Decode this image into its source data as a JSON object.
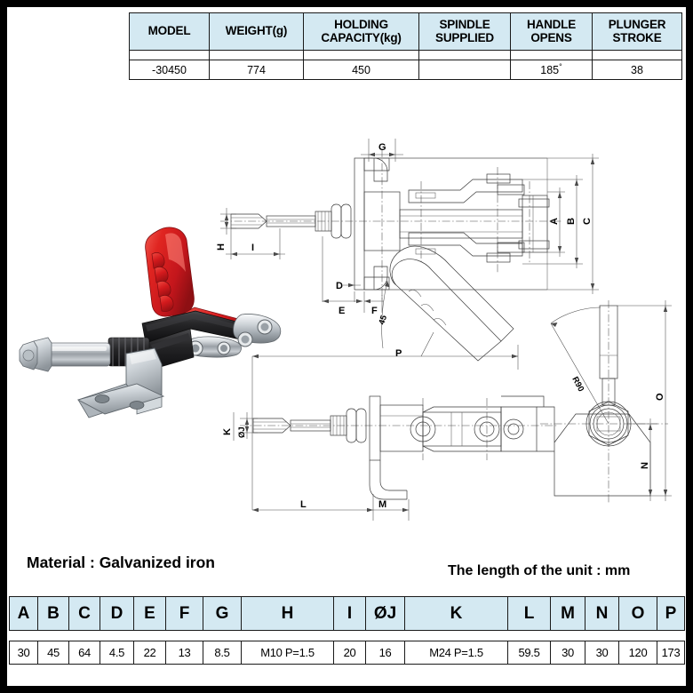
{
  "spec_table": {
    "headers": [
      "MODEL",
      "WEIGHT(g)",
      "HOLDING\nCAPACITY(kg)",
      "SPINDLE\nSUPPLIED",
      "HANDLE\nOPENS",
      "PLUNGER\nSTROKE"
    ],
    "header_model": "MODEL",
    "header_weight": "WEIGHT(g)",
    "header_holding_l1": "HOLDING",
    "header_holding_l2": "CAPACITY(kg)",
    "header_spindle_l1": "SPINDLE",
    "header_spindle_l2": "SUPPLIED",
    "header_handle_l1": "HANDLE",
    "header_handle_l2": "OPENS",
    "header_plunger_l1": "PLUNGER",
    "header_plunger_l2": "STROKE",
    "row": {
      "model": "-30450",
      "weight": "774",
      "holding_capacity": "450",
      "spindle_supplied": "",
      "handle_opens": "185",
      "handle_opens_unit": "°",
      "plunger_stroke": "38"
    },
    "header_bg": "#d4e9f2"
  },
  "notes": {
    "material": "Material :  Galvanized iron",
    "unit": "The length of the unit  : mm"
  },
  "dim_table": {
    "headers": [
      "A",
      "B",
      "C",
      "D",
      "E",
      "F",
      "G",
      "H",
      "I",
      "ØJ",
      "K",
      "L",
      "M",
      "N",
      "O",
      "P"
    ],
    "values": [
      "30",
      "45",
      "64",
      "4.5",
      "22",
      "13",
      "8.5",
      "M10 P=1.5",
      "20",
      "16",
      "M24 P=1.5",
      "59.5",
      "30",
      "30",
      "120",
      "173"
    ],
    "header_bg": "#d4e9f2"
  },
  "drawing": {
    "top_view_labels": [
      "G",
      "A",
      "B",
      "C",
      "H",
      "I",
      "D",
      "E",
      "F"
    ],
    "side_view_labels": [
      "P",
      "ØJ",
      "K",
      "L",
      "M",
      "45"
    ],
    "front_view_labels": [
      "R90",
      "O",
      "N"
    ],
    "label_g": "G",
    "label_a": "A",
    "label_b": "B",
    "label_c": "C",
    "label_h": "H",
    "label_i": "I",
    "label_d": "D",
    "label_e": "E",
    "label_f": "F",
    "label_p": "P",
    "label_j": "ØJ",
    "label_k": "K",
    "label_l": "L",
    "label_m": "M",
    "label_45": "45",
    "label_r90": "R90",
    "label_o": "O",
    "label_n": "N"
  },
  "product_photo": {
    "alt": "push-pull toggle clamp with red handle",
    "handle_color": "#d81e20",
    "handle_shadow": "#9a1113",
    "metal_light": "#e8eaec",
    "metal_mid": "#a9aeb4",
    "metal_dark": "#5e6469",
    "black_part": "#2b2b2d"
  }
}
